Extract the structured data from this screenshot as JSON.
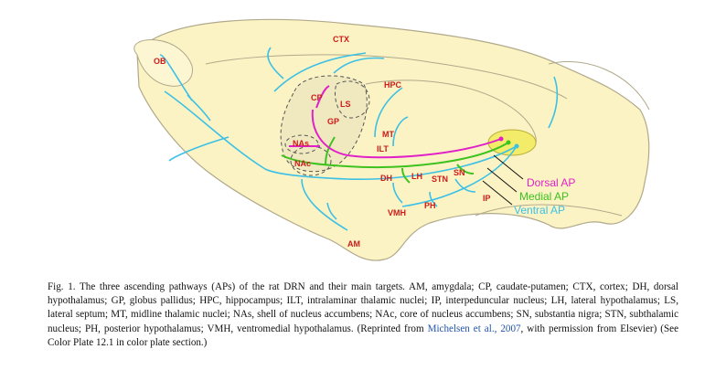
{
  "figure": {
    "regions": {
      "ob": "OB",
      "ctx": "CTX",
      "hpc": "HPC",
      "cp": "CP",
      "ls": "LS",
      "gp": "GP",
      "nas": "NAs",
      "nac": "NAc",
      "mt": "MT",
      "ilt": "ILT",
      "dh": "DH",
      "lh": "LH",
      "stn": "STN",
      "sn": "SN",
      "ph": "PH",
      "ip": "IP",
      "vmh": "VMH",
      "am": "AM"
    },
    "legend": {
      "dorsal": "Dorsal AP",
      "medial": "Medial AP",
      "ventral": "Ventral AP"
    },
    "colors": {
      "dorsal": "#e020c8",
      "medial": "#3ec21f",
      "ventral": "#3cc0e6",
      "label": "#cc1b1b",
      "brain": "#fbf3c3",
      "drn": "#f3ec6a"
    }
  },
  "caption": {
    "part1": "Fig. 1. The three ascending pathways (APs) of the rat DRN and their main targets. AM, amygdala; CP, caudate-putamen; CTX, cortex; DH, dorsal hypothalamus; GP, globus pallidus; HPC, hippocampus; ILT, intralaminar thalamic nuclei; IP, interpeduncular nucleus; LH, lateral hypothalamus; LS, lateral septum; MT, midline thalamic nuclei; NAs, shell of nucleus accumbens; NAc, core of nucleus accumbens; SN, substantia nigra; STN, subthalamic nucleus; PH, posterior hypothalamus; VMH, ventromedial hypothalamus. (Reprinted from ",
    "citation": "Michelsen et al., 2007",
    "part2": ", with permission from Elsevier) (See Color Plate 12.1 in color plate section.)"
  }
}
